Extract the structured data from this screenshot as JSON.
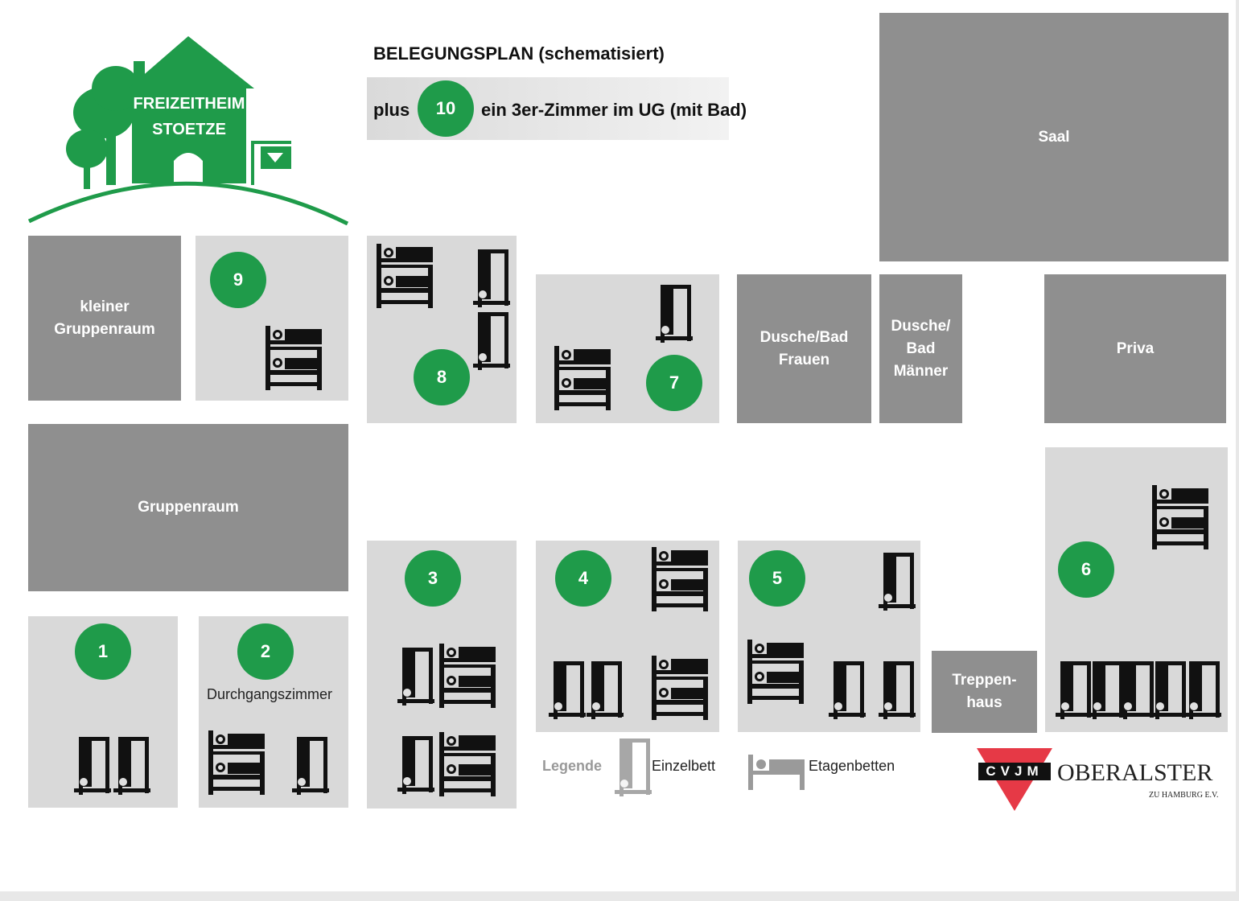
{
  "plan": {
    "title": "BELEGUNGSPLAN (schematisiert)",
    "plus_prefix": "plus",
    "plus_number": "10",
    "plus_text": "ein 3er-Zimmer im UG (mit Bad)"
  },
  "logo": {
    "line1": "FREIZEITHEIM",
    "line2": "STOETZE",
    "sign": "CVJM",
    "color": "#1f9b4a"
  },
  "rooms": {
    "saal": "Saal",
    "kleiner_gruppenraum": "kleiner Gruppenraum",
    "gruppenraum": "Gruppenraum",
    "dusche_frauen": "Dusche/Bad Frauen",
    "dusche_maenner": "Dusche/ Bad Männer",
    "privat": "Priva",
    "treppenhaus": "Treppen- haus",
    "durchgangszimmer": "Durchgangszimmer"
  },
  "room_numbers": [
    "1",
    "2",
    "3",
    "4",
    "5",
    "6",
    "7",
    "8",
    "9"
  ],
  "legend": {
    "title": "Legende",
    "single": "Einzelbett",
    "bunk": "Etagenbetten"
  },
  "brand": {
    "cvjm": "CVJM",
    "name": "OBERALSTER",
    "sub": "ZU HAMBURG E.V.",
    "triangle_color": "#e63946"
  },
  "colors": {
    "green": "#1f9b4a",
    "room_light": "#d9d9d9",
    "room_dark": "#8f8f8f"
  },
  "icon_names": [
    "single-bed-icon",
    "bunk-bed-icon",
    "house-logo-icon",
    "cvjm-triangle-icon"
  ]
}
